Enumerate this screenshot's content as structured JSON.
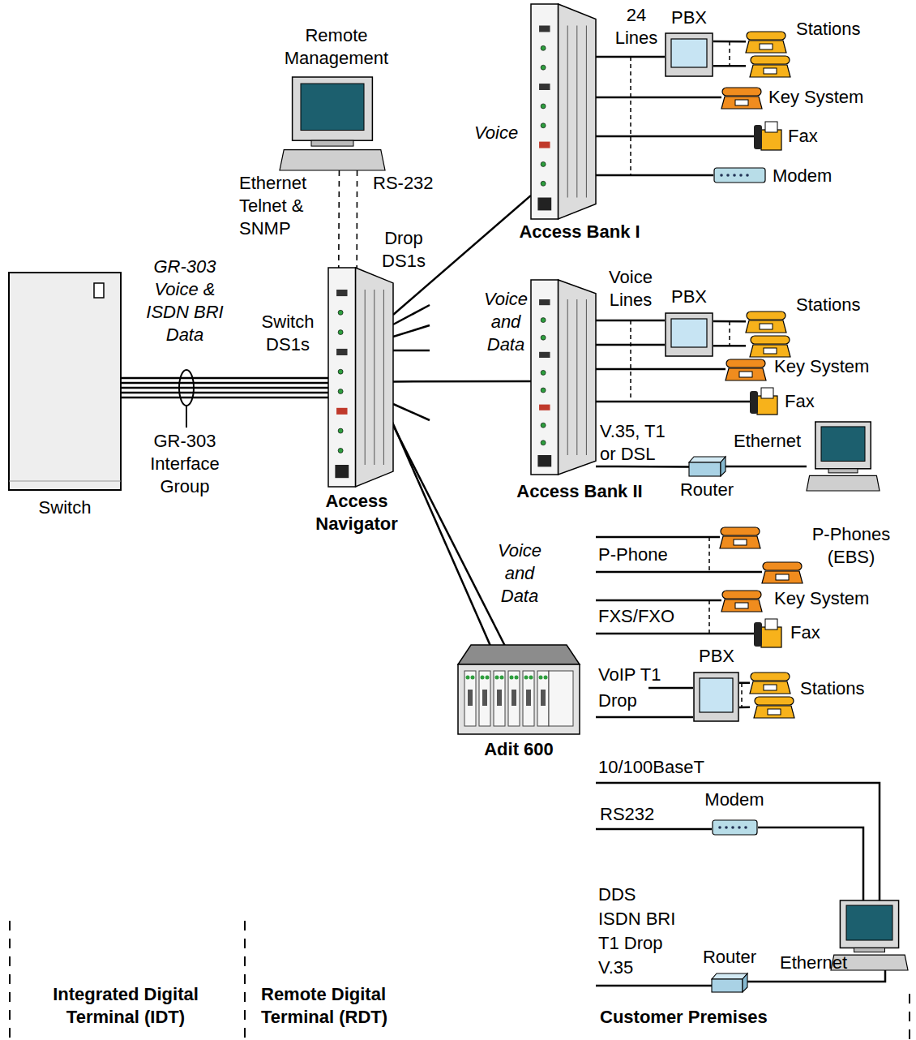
{
  "diagram": {
    "nodes": [
      {
        "text": [
          "Switch"
        ]
      },
      {
        "text": [
          "Remote Management"
        ]
      },
      {
        "text": [
          "Access Navigator"
        ]
      },
      {
        "text": [
          "Access Bank I"
        ]
      },
      {
        "text": [
          "PBX"
        ]
      },
      {
        "text": [
          "Stations"
        ]
      },
      {
        "text": [
          "Key System"
        ]
      },
      {
        "text": [
          "Fax"
        ]
      },
      {
        "text": [
          "Modem"
        ]
      },
      {
        "text": [
          "Access Bank II"
        ]
      },
      {
        "text": [
          "PBX"
        ]
      },
      {
        "text": [
          "Stations"
        ]
      },
      {
        "text": [
          "Key System"
        ]
      },
      {
        "text": [
          "Fax"
        ]
      },
      {
        "text": [
          "Router"
        ]
      },
      {
        "text": [
          "Adit 600"
        ]
      },
      {
        "text": [
          "P-Phones (EBS)"
        ]
      },
      {
        "text": [
          "Key System"
        ]
      },
      {
        "text": [
          "Fax"
        ]
      },
      {
        "text": [
          "PBX"
        ]
      },
      {
        "text": [
          "Stations"
        ]
      },
      {
        "text": [
          "Modem"
        ]
      },
      {
        "text": [
          "Router"
        ]
      }
    ],
    "edges": [
      {
        "from": 0,
        "to": 2,
        "arrow": "none"
      },
      {
        "from": 0,
        "to": 2,
        "arrow": "none"
      },
      {
        "from": 0,
        "to": 2,
        "arrow": "none"
      },
      {
        "from": 0,
        "to": 2,
        "arrow": "none"
      },
      {
        "from": 0,
        "to": 2,
        "arrow": "none"
      },
      {
        "from": 1,
        "to": 2,
        "arrow": "none"
      },
      {
        "from": 1,
        "to": 2,
        "arrow": "none"
      },
      {
        "from": 2,
        "to": 3,
        "arrow": "none"
      },
      {
        "from": 2,
        "to": 9,
        "arrow": "none"
      },
      {
        "from": 2,
        "to": 15,
        "arrow": "none"
      },
      {
        "from": 2,
        "to": 15,
        "arrow": "none"
      },
      {
        "from": 3,
        "to": 4,
        "arrow": "none"
      },
      {
        "from": 3,
        "to": 6,
        "arrow": "none"
      },
      {
        "from": 3,
        "to": 7,
        "arrow": "none"
      },
      {
        "from": 3,
        "to": 8,
        "arrow": "none"
      },
      {
        "from": 4,
        "to": 5,
        "arrow": "none"
      },
      {
        "from": 4,
        "to": 5,
        "arrow": "none"
      },
      {
        "from": 9,
        "to": 10,
        "arrow": "none"
      },
      {
        "from": 9,
        "to": 10,
        "arrow": "none"
      },
      {
        "from": 9,
        "to": 12,
        "arrow": "none"
      },
      {
        "from": 9,
        "to": 13,
        "arrow": "none"
      },
      {
        "from": 9,
        "to": 14,
        "arrow": "none"
      },
      {
        "from": 10,
        "to": 11,
        "arrow": "none"
      },
      {
        "from": 10,
        "to": 11,
        "arrow": "none"
      },
      {
        "from": 19,
        "to": 20,
        "arrow": "none"
      },
      {
        "from": 19,
        "to": 20,
        "arrow": "none"
      }
    ],
    "labels": [
      "24 Lines",
      "Voice",
      "Ethernet Telnet & SNMP",
      "RS-232",
      "Drop DS1s",
      "GR-303 Voice & ISDN BRI Data",
      "Switch DS1s",
      "GR-303 Interface Group",
      "Voice Lines",
      "Voice and Data",
      "V.35, T1 or DSL",
      "Ethernet",
      "Voice and Data",
      "P-Phone",
      "FXS/FXO",
      "VoIP T1 Drop",
      "10/100BaseT",
      "RS232",
      "DDS ISDN BRI T1 Drop V.35",
      "Ethernet",
      "Integrated Digital Terminal (IDT)",
      "Remote Digital Terminal (RDT)",
      "Customer Premises"
    ]
  }
}
